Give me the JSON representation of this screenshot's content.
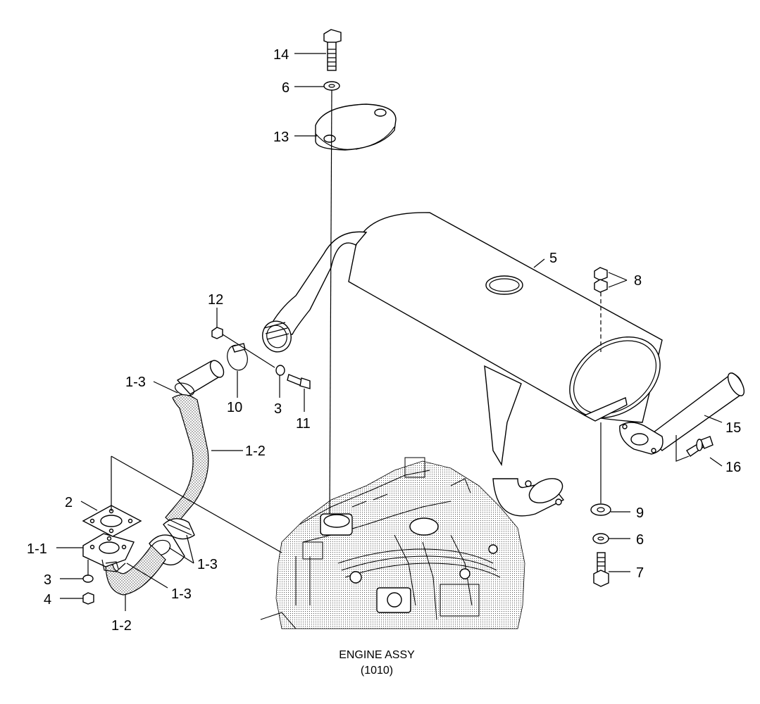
{
  "labels": {
    "p14": "14",
    "p6_top": "6",
    "p13": "13",
    "p5": "5",
    "p8": "8",
    "p12": "12",
    "p1_3_a": "1-3",
    "p10": "10",
    "p3_mid": "3",
    "p11": "11",
    "p1_2_upper": "1-2",
    "p15": "15",
    "p16": "16",
    "p2": "2",
    "p9": "9",
    "p1_1": "1-1",
    "p6_right": "6",
    "p1_3_b": "1-3",
    "p3_left": "3",
    "p1_3_c": "1-3",
    "p7": "7",
    "p4": "4",
    "p1_2_lower": "1-2"
  },
  "caption": {
    "line1": "ENGINE ASSY",
    "line2": "(1010)"
  }
}
